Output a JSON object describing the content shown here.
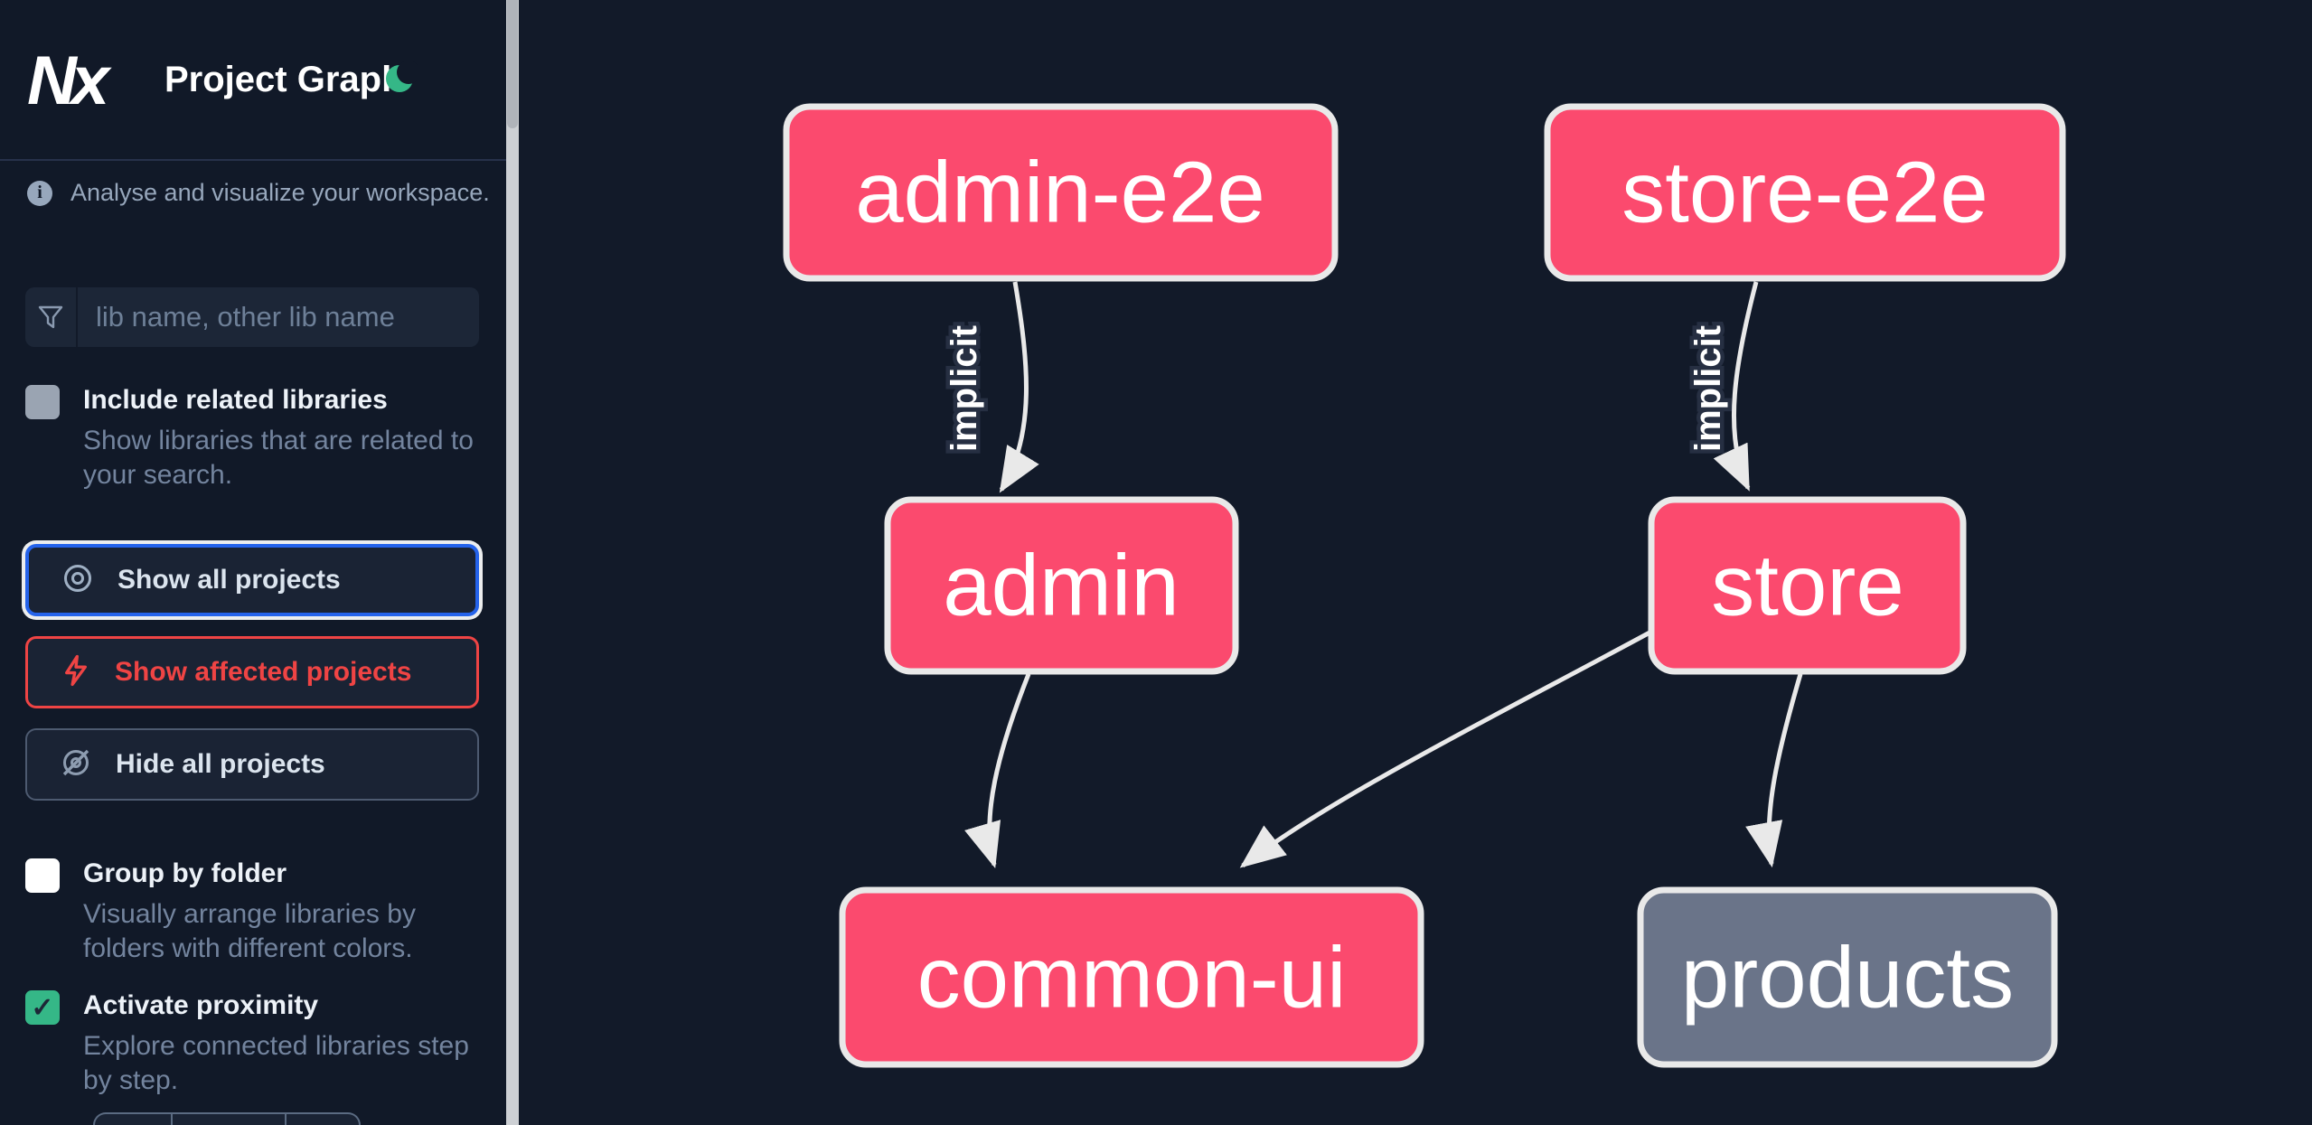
{
  "header": {
    "logo_text": "Nx",
    "title": "Project Graph",
    "theme_icon": "moon-icon"
  },
  "sidebar": {
    "tagline": "Analyse and visualize your workspace.",
    "info_glyph": "i",
    "search": {
      "placeholder": "lib name, other lib name",
      "value": "",
      "icon": "filter-funnel-icon"
    },
    "checkboxes": [
      {
        "label": "Include related libraries",
        "description": "Show libraries that are related to your search.",
        "checked": false,
        "disabled": true,
        "check_glyph": ""
      },
      {
        "label": "Group by folder",
        "description": "Visually arrange libraries by folders with different colors.",
        "checked": false,
        "disabled": false,
        "check_glyph": ""
      },
      {
        "label": "Activate proximity",
        "description": "Explore connected libraries step by step.",
        "checked": true,
        "disabled": false,
        "check_glyph": "✓"
      }
    ],
    "buttons": [
      {
        "label": "Show all projects",
        "icon": "eye-icon",
        "state": "focused-blue"
      },
      {
        "label": "Show affected projects",
        "icon": "bolt-icon",
        "state": "affected-red"
      },
      {
        "label": "Hide all projects",
        "icon": "eye-off-icon",
        "state": "default"
      }
    ]
  },
  "graph": {
    "nodes": [
      {
        "label": "admin-e2e",
        "type": "affected"
      },
      {
        "label": "store-e2e",
        "type": "affected"
      },
      {
        "label": "admin",
        "type": "affected"
      },
      {
        "label": "store",
        "type": "affected"
      },
      {
        "label": "common-ui",
        "type": "affected"
      },
      {
        "label": "products",
        "type": "normal"
      }
    ],
    "edges": [
      {
        "source": "admin-e2e",
        "target": "admin",
        "label": "implicit"
      },
      {
        "source": "store-e2e",
        "target": "store",
        "label": "implicit"
      },
      {
        "source": "admin",
        "target": "common-ui",
        "label": ""
      },
      {
        "source": "store",
        "target": "common-ui",
        "label": ""
      },
      {
        "source": "store",
        "target": "products",
        "label": ""
      }
    ]
  },
  "fab": {
    "icon": "download-icon"
  },
  "colors": {
    "background": "#121a29",
    "node_affected": "#fb4a6e",
    "node_normal": "#6a7489",
    "node_border": "#e9e9e9",
    "edge": "#e9e9e9",
    "accent_green": "#35b787",
    "focus_blue": "#2563eb",
    "affected_red": "#ef4444",
    "text_primary": "#edf2f8",
    "text_muted": "#73849e"
  }
}
